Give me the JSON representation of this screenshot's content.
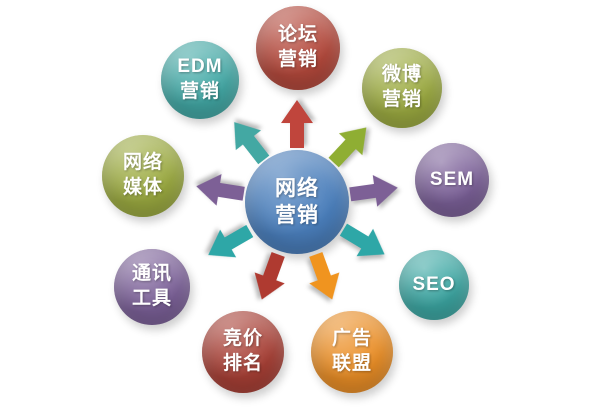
{
  "center": {
    "label": "网络\n营销",
    "color": "#4a7ebb"
  },
  "nodes": [
    {
      "id": "forum-marketing",
      "label": "论坛\n营销",
      "color": "#b4493c"
    },
    {
      "id": "weibo-marketing",
      "label": "微博\n营销",
      "color": "#9cab41"
    },
    {
      "id": "sem",
      "label": "SEM",
      "color": "#7c6199"
    },
    {
      "id": "seo",
      "label": "SEO",
      "color": "#3da8a4"
    },
    {
      "id": "ad-alliance",
      "label": "广告\n联盟",
      "color": "#eb8f27"
    },
    {
      "id": "bidding-ranking",
      "label": "竞价\n排名",
      "color": "#a84036"
    },
    {
      "id": "messaging-tools",
      "label": "通讯\n工具",
      "color": "#7c6199"
    },
    {
      "id": "web-media",
      "label": "网络\n媒体",
      "color": "#9cab41"
    },
    {
      "id": "edm-marketing",
      "label": "EDM\n营销",
      "color": "#43a9a6"
    }
  ],
  "arrow_colors": {
    "forum": "#c0453c",
    "weibo": "#8fae33",
    "sem": "#7d6096",
    "seo": "#2ea7a7",
    "ad_alliance": "#f0941f",
    "bidding": "#af3a30",
    "messaging": "#2ea7a7",
    "web_media": "#7d6096",
    "edm": "#43a8a3"
  }
}
